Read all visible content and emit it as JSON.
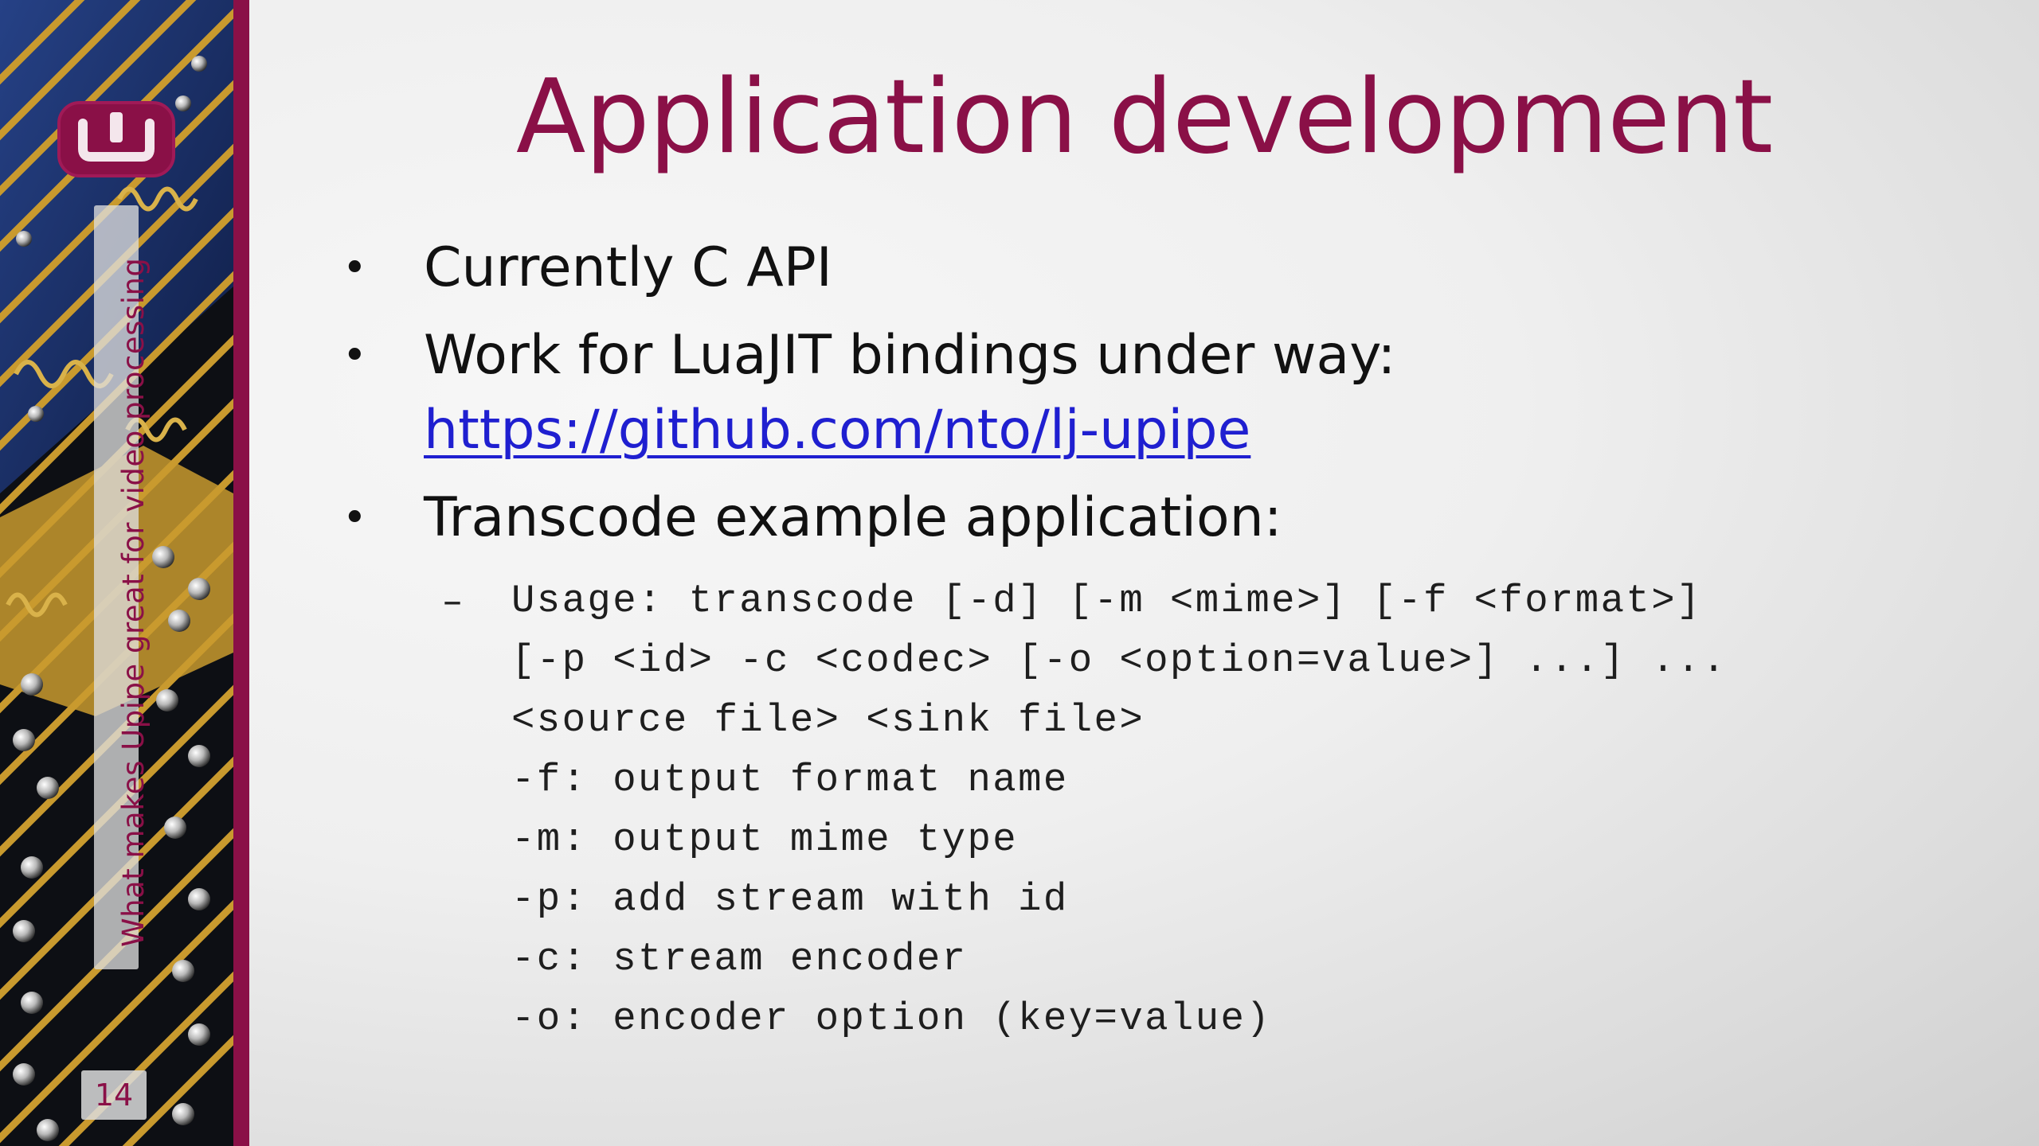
{
  "slide": {
    "title": "Application development",
    "page_number": "14",
    "sidebar_caption": "What makes Upipe great for video processing"
  },
  "bullets": [
    {
      "text": "Currently C API"
    },
    {
      "text": "Work for LuaJIT bindings under way:",
      "link": "https://github.com/nto/lj-upipe"
    },
    {
      "text": "Transcode example application:"
    }
  ],
  "bullet_symbol": "•",
  "sub_bullet_symbol": "–",
  "code_lines": [
    "Usage: transcode [-d] [-m <mime>] [-f <format>]",
    "[-p <id> -c <codec> [-o <option=value>] ...] ...",
    "<source file> <sink file>",
    "-f: output format name",
    "-m: output mime type",
    "-p: add stream with id",
    "-c: stream encoder",
    "-o: encoder option (key=value)"
  ],
  "colors": {
    "accent": "#8a1047",
    "link": "#1f1fd0",
    "text": "#111111"
  },
  "icons": {
    "logo": "upipe-logo-icon"
  }
}
